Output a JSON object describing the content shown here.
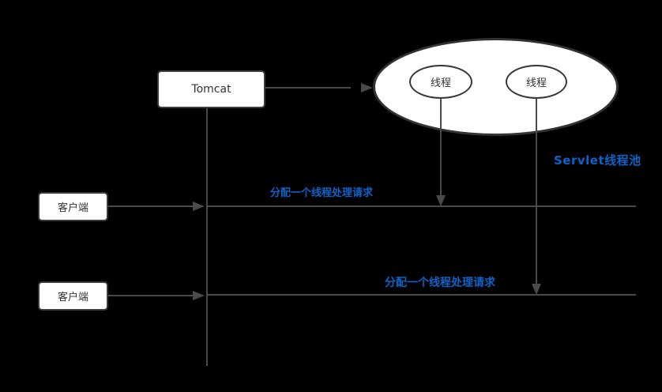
{
  "diagram": {
    "title": "Tomcat Servlet thread pool request dispatch diagram",
    "nodes": {
      "tomcat": {
        "label": "Tomcat"
      },
      "client1": {
        "label": "客户端"
      },
      "client2": {
        "label": "客户端"
      },
      "thread1": {
        "label": "线程"
      },
      "thread2": {
        "label": "线程"
      },
      "pool": {
        "label": "Servlet线程池"
      }
    },
    "annotations": {
      "assign1": "分配一个线程处理请求",
      "assign2": "分配一个线程处理请求"
    },
    "edges": [
      {
        "from": "tomcat",
        "to": "pool",
        "type": "arrow"
      },
      {
        "from": "client1",
        "to": "tomcat-lifeline",
        "type": "arrow"
      },
      {
        "from": "client2",
        "to": "tomcat-lifeline",
        "type": "arrow"
      },
      {
        "from": "thread1",
        "to": "request-line-1",
        "type": "arrow"
      },
      {
        "from": "thread2",
        "to": "request-line-2",
        "type": "arrow"
      }
    ],
    "colors": {
      "background": "#000000",
      "node_fill": "#ffffff",
      "node_border": "#3b3b3b",
      "line": "#4a4a4a",
      "annotation_blue": "#0d64c8",
      "node_text": "#333333"
    }
  }
}
